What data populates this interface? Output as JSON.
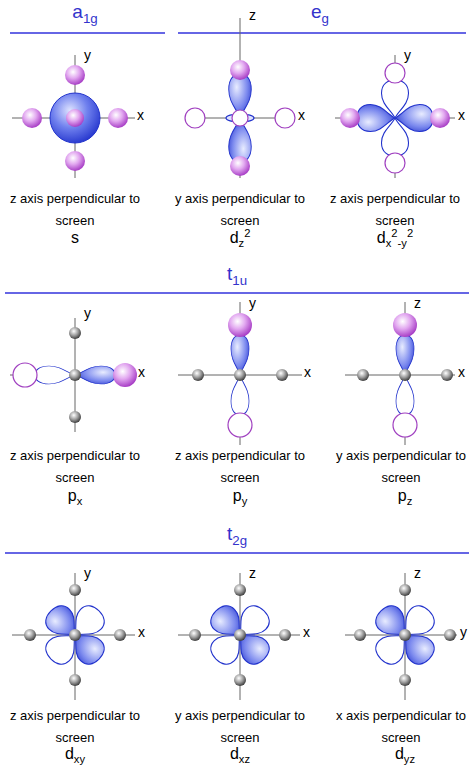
{
  "diagram": {
    "labels": [
      "a1g",
      "eg",
      "y",
      "x",
      "z axis perpendicular to screen",
      "s",
      "z",
      "x",
      "y axis perpendicular to screen",
      "dz2",
      "y",
      "x",
      "z axis perpendicular to screen",
      "dx2-y2",
      "t1u",
      "y",
      "x",
      "z axis perpendicular to screen",
      "px",
      "y",
      "x",
      "z axis perpendicular to screen",
      "py",
      "z",
      "x",
      "y axis perpendicular to screen",
      "pz",
      "t2g",
      "y",
      "x",
      "z axis perpendicular to screen",
      "dxy",
      "z",
      "x",
      "y axis perpendicular to screen",
      "dxz",
      "z",
      "y",
      "x axis perpendicular to screen",
      "dyz"
    ]
  }
}
